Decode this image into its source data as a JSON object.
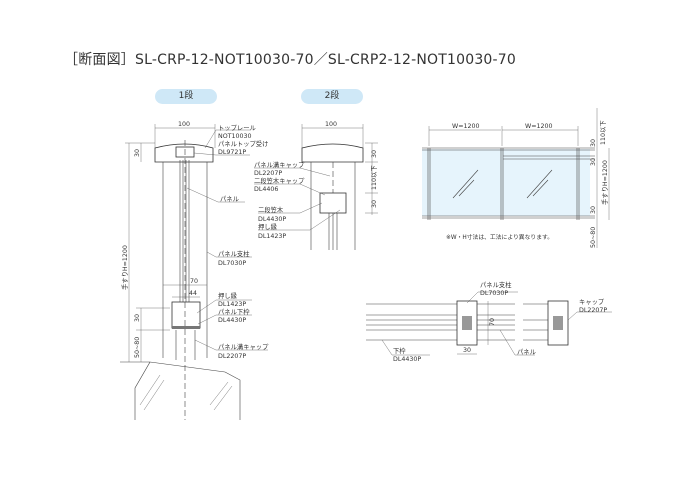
{
  "title": "［断面図］SL-CRP-12-NOT10030-70／SL-CRP2-12-NOT10030-70",
  "tabs": [
    "1段",
    "2段"
  ],
  "section1": {
    "dim_width": "100",
    "dim_top": "30",
    "dim_height": "手すりH=1200",
    "dim_30": "30",
    "dim_base": "50~80",
    "dim_70": "70",
    "dim_44": "44",
    "labels": [
      "トップレール",
      "NOT10030",
      "パネルトップ受け",
      "DL9721P",
      "パネル",
      "パネル支柱",
      "DL7030P",
      "押し縁",
      "DL1423P",
      "パネル下枠",
      "DL4430P",
      "パネル溝キャップ",
      "DL2207P"
    ]
  },
  "section2": {
    "dim_width": "100",
    "dim_top": "30",
    "dim_mid": "110以下",
    "dim_30": "30",
    "labels": [
      "パネル溝キャップ",
      "DL2207P",
      "二段笠木キャップ",
      "DL4406",
      "二段笠木",
      "DL4430P",
      "押し縁",
      "DL1423P"
    ]
  },
  "elevation": {
    "dim_w1": "W=1200",
    "dim_w2": "W=1200",
    "dim_110": "110以下",
    "dim_30a": "30",
    "dim_30b": "30",
    "dim_30c": "30",
    "dim_base": "50~80",
    "dim_height": "手すりH=1200",
    "note": "※W・H寸法は、工法により異なります。"
  },
  "plan": {
    "labels": [
      "パネル支柱",
      "DL7030P",
      "キャップ",
      "DL2207P",
      "下枠",
      "DL4430P",
      "パネル"
    ],
    "dim_30": "30",
    "dim_70": "70"
  },
  "colors": {
    "glass": "#e6f4fc",
    "pill": "#cfe8f7"
  }
}
